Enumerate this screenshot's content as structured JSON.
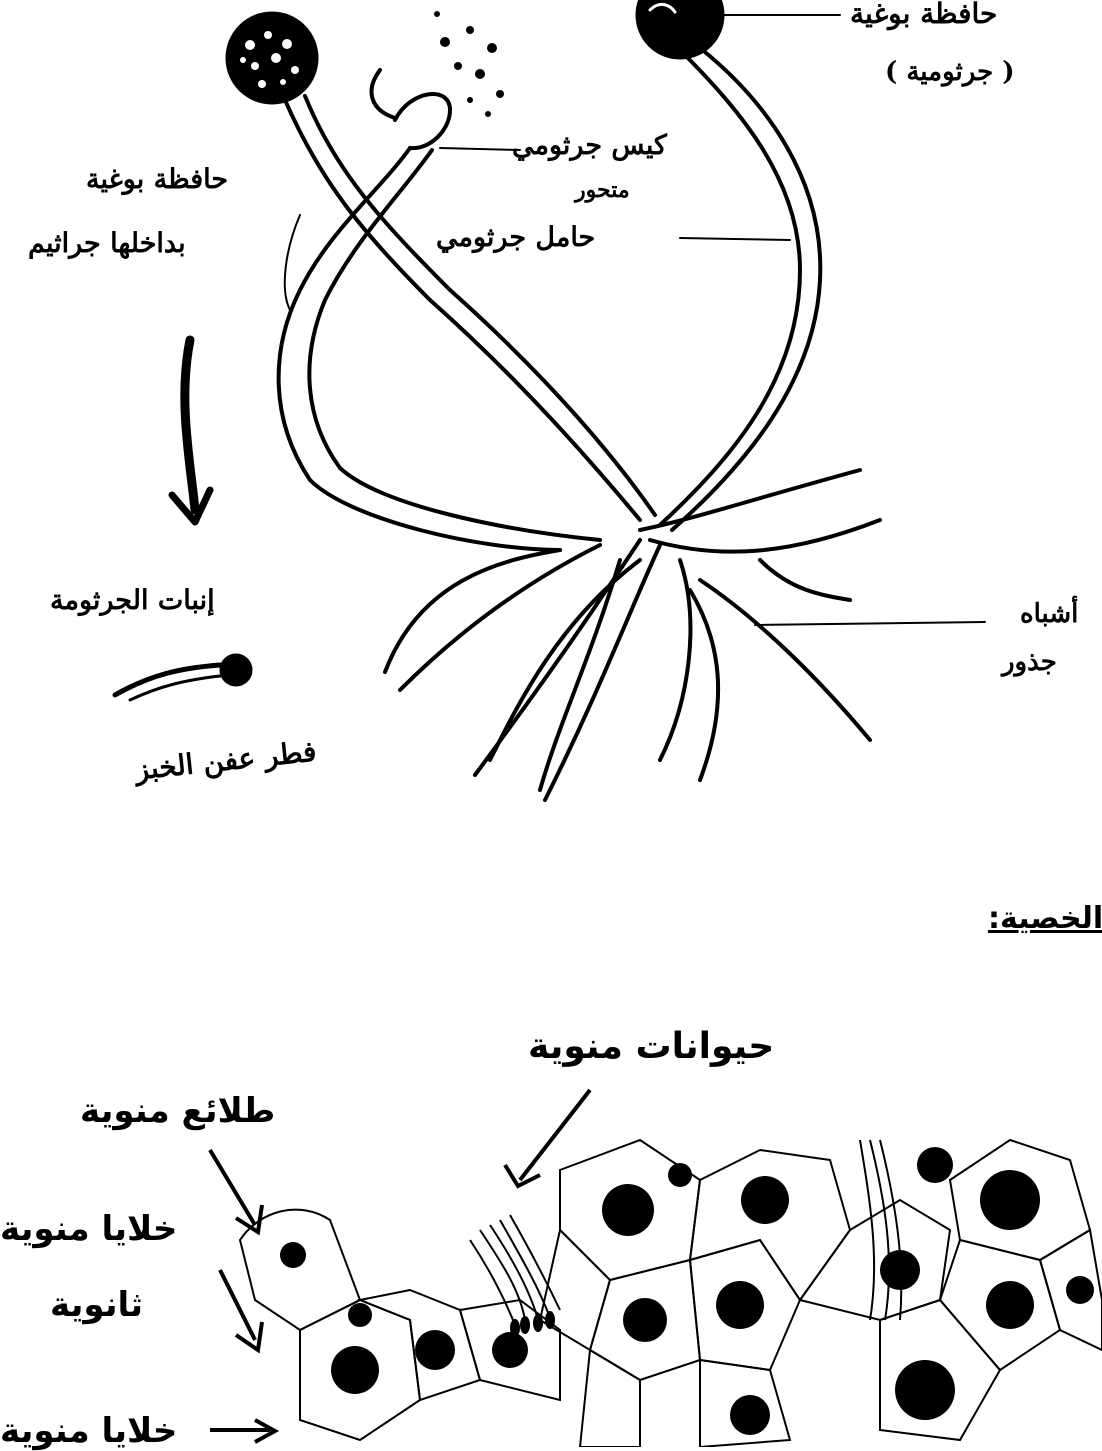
{
  "diagram_1": {
    "sporangium_label": "حافظة بوغية بداخلها جراثيم",
    "sporangium_label_line1": "حافظة بوغية",
    "sporangium_label_line2": "بداخلها جراثيم",
    "top_right_label_line1": "حافظة بوغية",
    "top_right_label_line2": "( جرثومية )",
    "columella_label_line1": "كيس جرثومي",
    "columella_label_line2": "متحور",
    "sporangiophore_label": "حامل جرثومي",
    "germination_label": "إنبات الجرثومة",
    "rhizoid_label_line1": "أشباه",
    "rhizoid_label_line2": "جذور",
    "bread_mold_label": "فطر عفن الخبز"
  },
  "section_heading": "الخصية:",
  "diagram_2": {
    "sperm_label": "حيوانات منوية",
    "spermatid_label": "طلائع منوية",
    "secondary_spermatocyte_label_line1": "خلايا منوية",
    "secondary_spermatocyte_label_line2": "ثانوية",
    "primary_spermatocyte_label": "خلايا منوية"
  },
  "colors": {
    "ink": "#000000",
    "background": "#ffffff"
  }
}
